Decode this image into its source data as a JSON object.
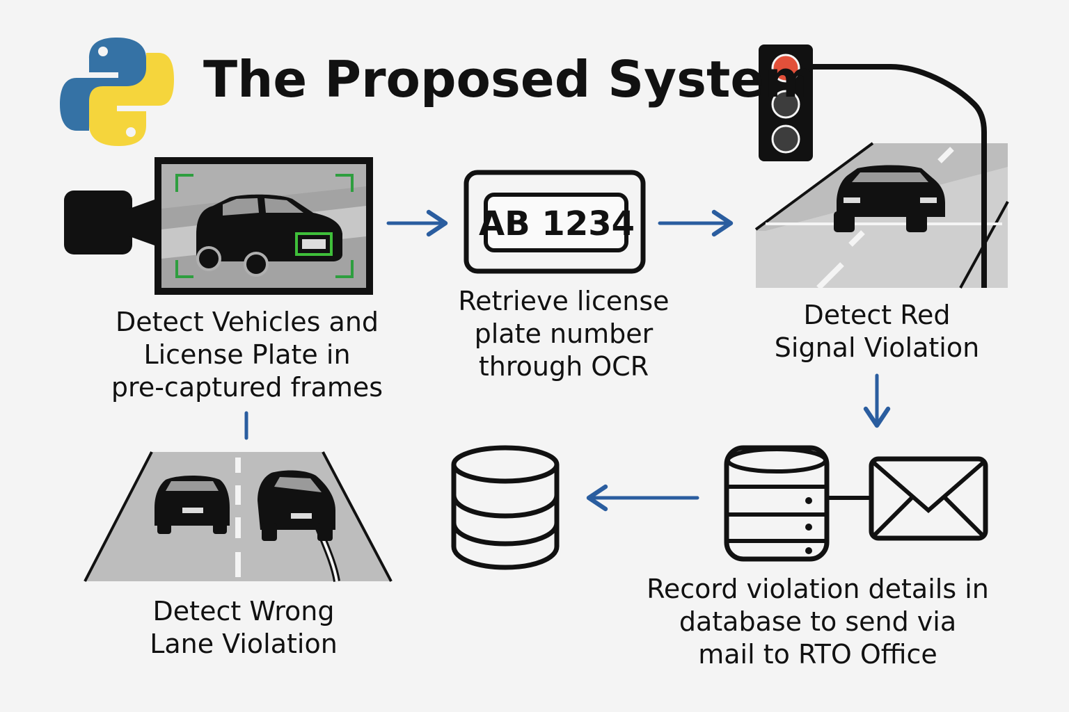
{
  "title": "The Proposed System",
  "icons": {
    "logo": "python-logo-icon",
    "camera": "camera-icon",
    "plate": "license-plate-icon",
    "signal": "traffic-light-icon",
    "database_main": "database-icon",
    "database_server": "server-database-icon",
    "mail": "mail-icon",
    "lane": "road-lanes-icon"
  },
  "plate_text": "AB 1234",
  "steps": {
    "detect_vehicles": [
      "Detect Vehicles and",
      "License Plate in",
      "pre-captured frames"
    ],
    "retrieve_plate": [
      "Retrieve license",
      "plate number",
      "through OCR"
    ],
    "red_signal": [
      "Detect Red",
      "Signal Violation"
    ],
    "record_violation": [
      "Record violation details in",
      "database to send via",
      "mail to RTO Office"
    ],
    "wrong_lane": [
      "Detect Wrong",
      "Lane Violation"
    ]
  },
  "colors": {
    "arrow": "#2a5d9f",
    "python_blue": "#3572a5",
    "python_yellow": "#f5d53c",
    "red_light": "#e2503a",
    "frame_green": "#2e9e3f",
    "road": "#bdbdbd"
  }
}
